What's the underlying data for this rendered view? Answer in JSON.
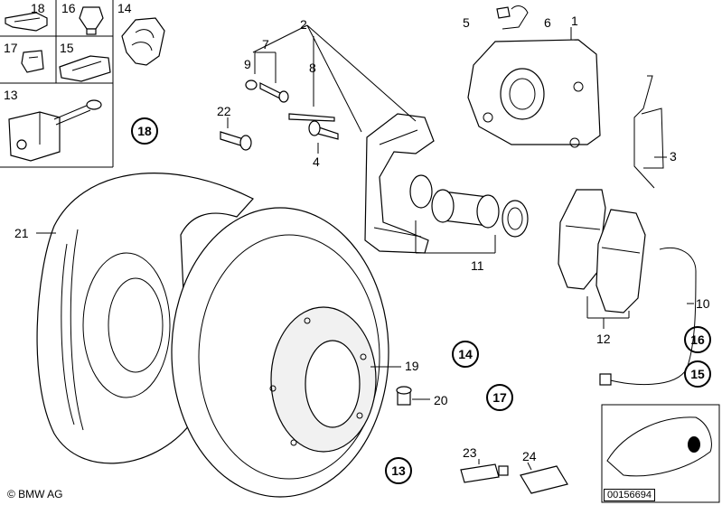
{
  "labels": {
    "n1": "1",
    "n2": "2",
    "n3": "3",
    "n4": "4",
    "n5": "5",
    "n6": "6",
    "n7": "7",
    "n8": "8",
    "n9": "9",
    "n10": "10",
    "n11": "11",
    "n12": "12",
    "n13": "13",
    "n14": "14",
    "n15": "15",
    "n16": "16",
    "n17": "17",
    "n18": "18",
    "n19": "19",
    "n20": "20",
    "n21": "21",
    "n22": "22",
    "n23": "23",
    "n24": "24"
  },
  "circled": {
    "c18": "18",
    "c14": "14",
    "c17": "17",
    "c13": "13",
    "c16": "16",
    "c15": "15"
  },
  "footer": {
    "copyright": "© BMW AG",
    "drawing_id": "00156694"
  }
}
